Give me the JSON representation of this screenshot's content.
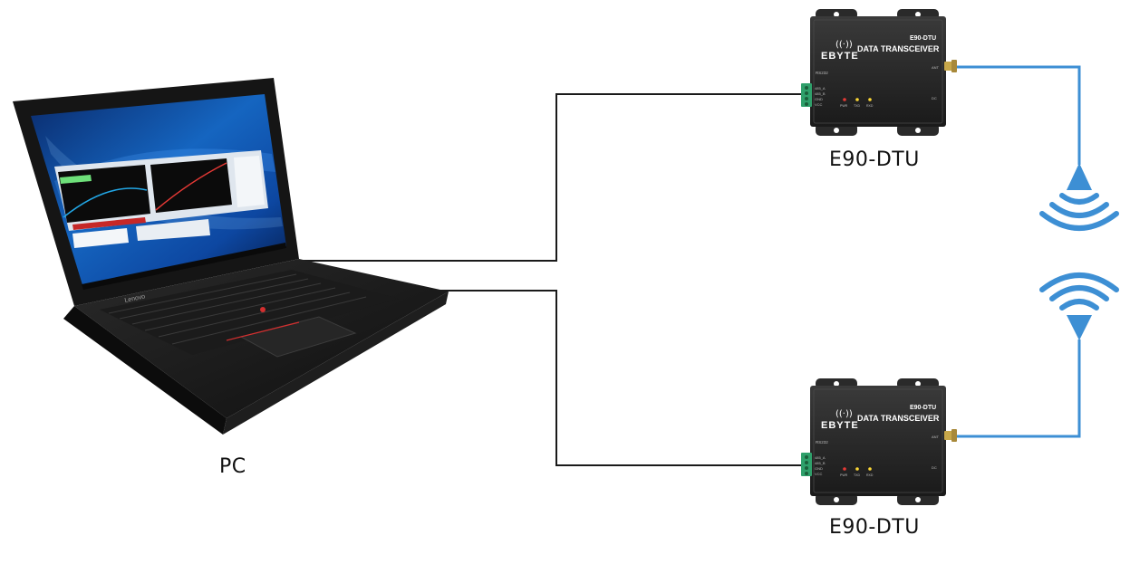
{
  "diagram": {
    "pc": {
      "label": "PC",
      "brand": "Lenovo"
    },
    "devices": [
      {
        "id": "top",
        "label": "E90-DTU",
        "brand": "EBYTE",
        "model_mark": "E90-DTU",
        "product": "DATA TRANSCEIVER",
        "port_label": "RS232",
        "terminal_labels": [
          "485_A",
          "485_B",
          "GND",
          "VCC"
        ],
        "led_labels": [
          "PWR",
          "TXD",
          "RXD"
        ],
        "ant_label": "ANT",
        "dc_label": "DC"
      },
      {
        "id": "bottom",
        "label": "E90-DTU",
        "brand": "EBYTE",
        "model_mark": "E90-DTU",
        "product": "DATA TRANSCEIVER",
        "port_label": "RS232",
        "terminal_labels": [
          "485_A",
          "485_B",
          "GND",
          "VCC"
        ],
        "led_labels": [
          "PWR",
          "TXD",
          "RXD"
        ],
        "ant_label": "ANT",
        "dc_label": "DC"
      }
    ],
    "colors": {
      "wire": "#1a1a1a",
      "radio": "#3d8fd4",
      "device_body": "#262626",
      "terminal": "#2fa06b"
    }
  }
}
